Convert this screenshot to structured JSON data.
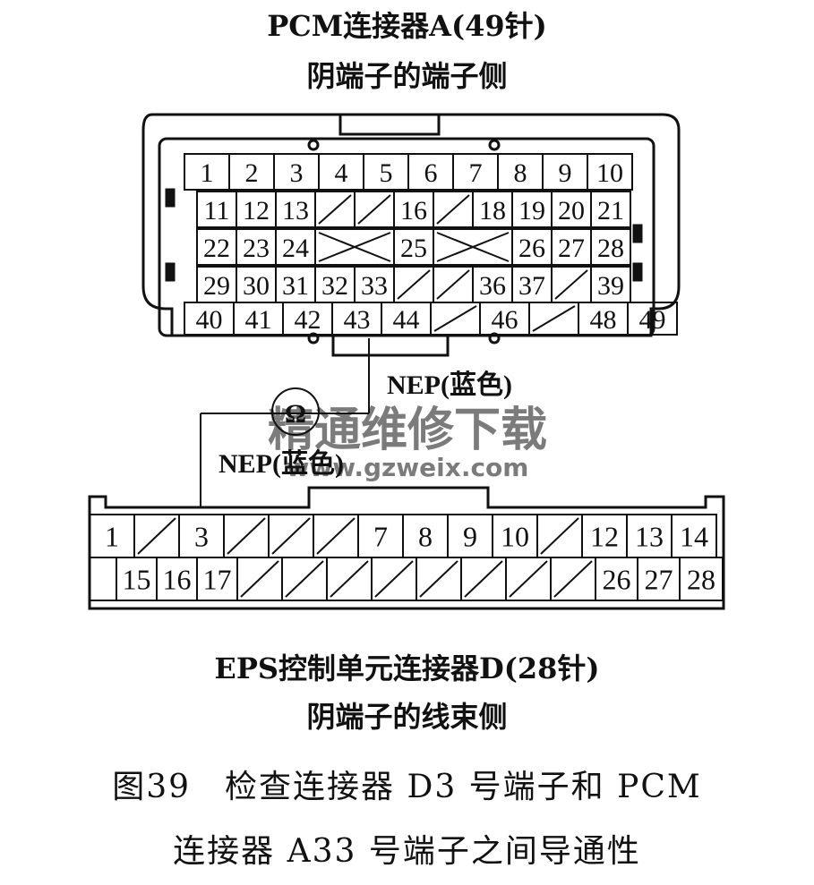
{
  "titles": {
    "pcm_title": "PCM连接器A(49针)",
    "pcm_subtitle": "阴端子的端子侧",
    "eps_title": "EPS控制单元连接器D(28针)",
    "eps_subtitle": "阴端子的线束侧"
  },
  "caption": {
    "line1": "图39　检查连接器 D3 号端子和 PCM",
    "line2": "连接器 A33 号端子之间导通性"
  },
  "wires": {
    "upper_label": "NEP(蓝色)",
    "lower_label": "NEP(蓝色)",
    "meter_symbol": "Ω"
  },
  "watermark": {
    "text_cn": "精通维修下载",
    "text_url": "www.gzweix.com"
  },
  "pcm_connector": {
    "rows": [
      [
        "1",
        "2",
        "3",
        "4",
        "5",
        "6",
        "7",
        "8",
        "9",
        "10"
      ],
      [
        "11",
        "12",
        "13",
        "/",
        "/",
        "16",
        "/",
        "18",
        "19",
        "20",
        "21"
      ],
      [
        "22",
        "23",
        "24",
        "X",
        "25",
        "X",
        "26",
        "27",
        "28"
      ],
      [
        "29",
        "30",
        "31",
        "32",
        "33",
        "/",
        "/",
        "36",
        "37",
        "/",
        "39"
      ],
      [
        "40",
        "41",
        "42",
        "43",
        "44",
        "/",
        "46",
        "/",
        "48",
        "49"
      ]
    ]
  },
  "eps_connector": {
    "rows": [
      [
        "1",
        "/",
        "3",
        "/",
        "/",
        "/",
        "7",
        "8",
        "9",
        "10",
        "/",
        "12",
        "13",
        "14"
      ],
      [
        "",
        "15",
        "16",
        "17",
        "/",
        "/",
        "/",
        "/",
        "/",
        "/",
        "/",
        "/",
        "26",
        "27",
        "28"
      ]
    ]
  }
}
